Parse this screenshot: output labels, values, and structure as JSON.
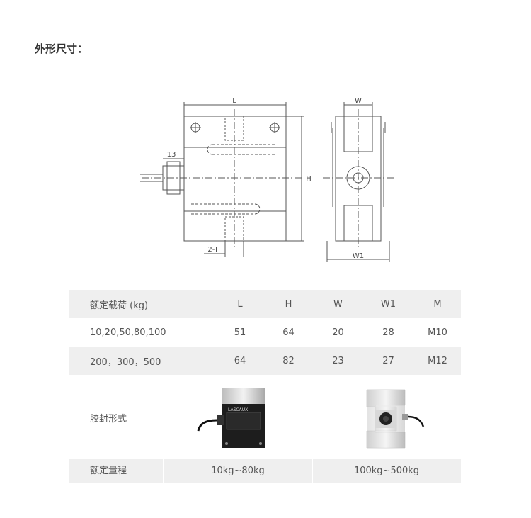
{
  "title": "外形尺寸：",
  "drawing_labels": {
    "L": "L",
    "H": "H",
    "W": "W",
    "W1": "W1",
    "thirteen": "13",
    "two_t": "2-T"
  },
  "spec_table": {
    "headers": [
      "额定载荷 (kg)",
      "L",
      "H",
      "W",
      "W1",
      "M"
    ],
    "rows": [
      [
        "10,20,50,80,100",
        "51",
        "64",
        "20",
        "28",
        "M10"
      ],
      [
        "200，300，500",
        "64",
        "82",
        "23",
        "27",
        "M12"
      ]
    ]
  },
  "seal": {
    "label": "胶封形式",
    "product_a_brand": "LASCAUX"
  },
  "range": {
    "label": "额定量程",
    "values": [
      "10kg~80kg",
      "100kg~500kg"
    ]
  },
  "colors": {
    "row_shade": "#efefef",
    "line": "#555555"
  }
}
